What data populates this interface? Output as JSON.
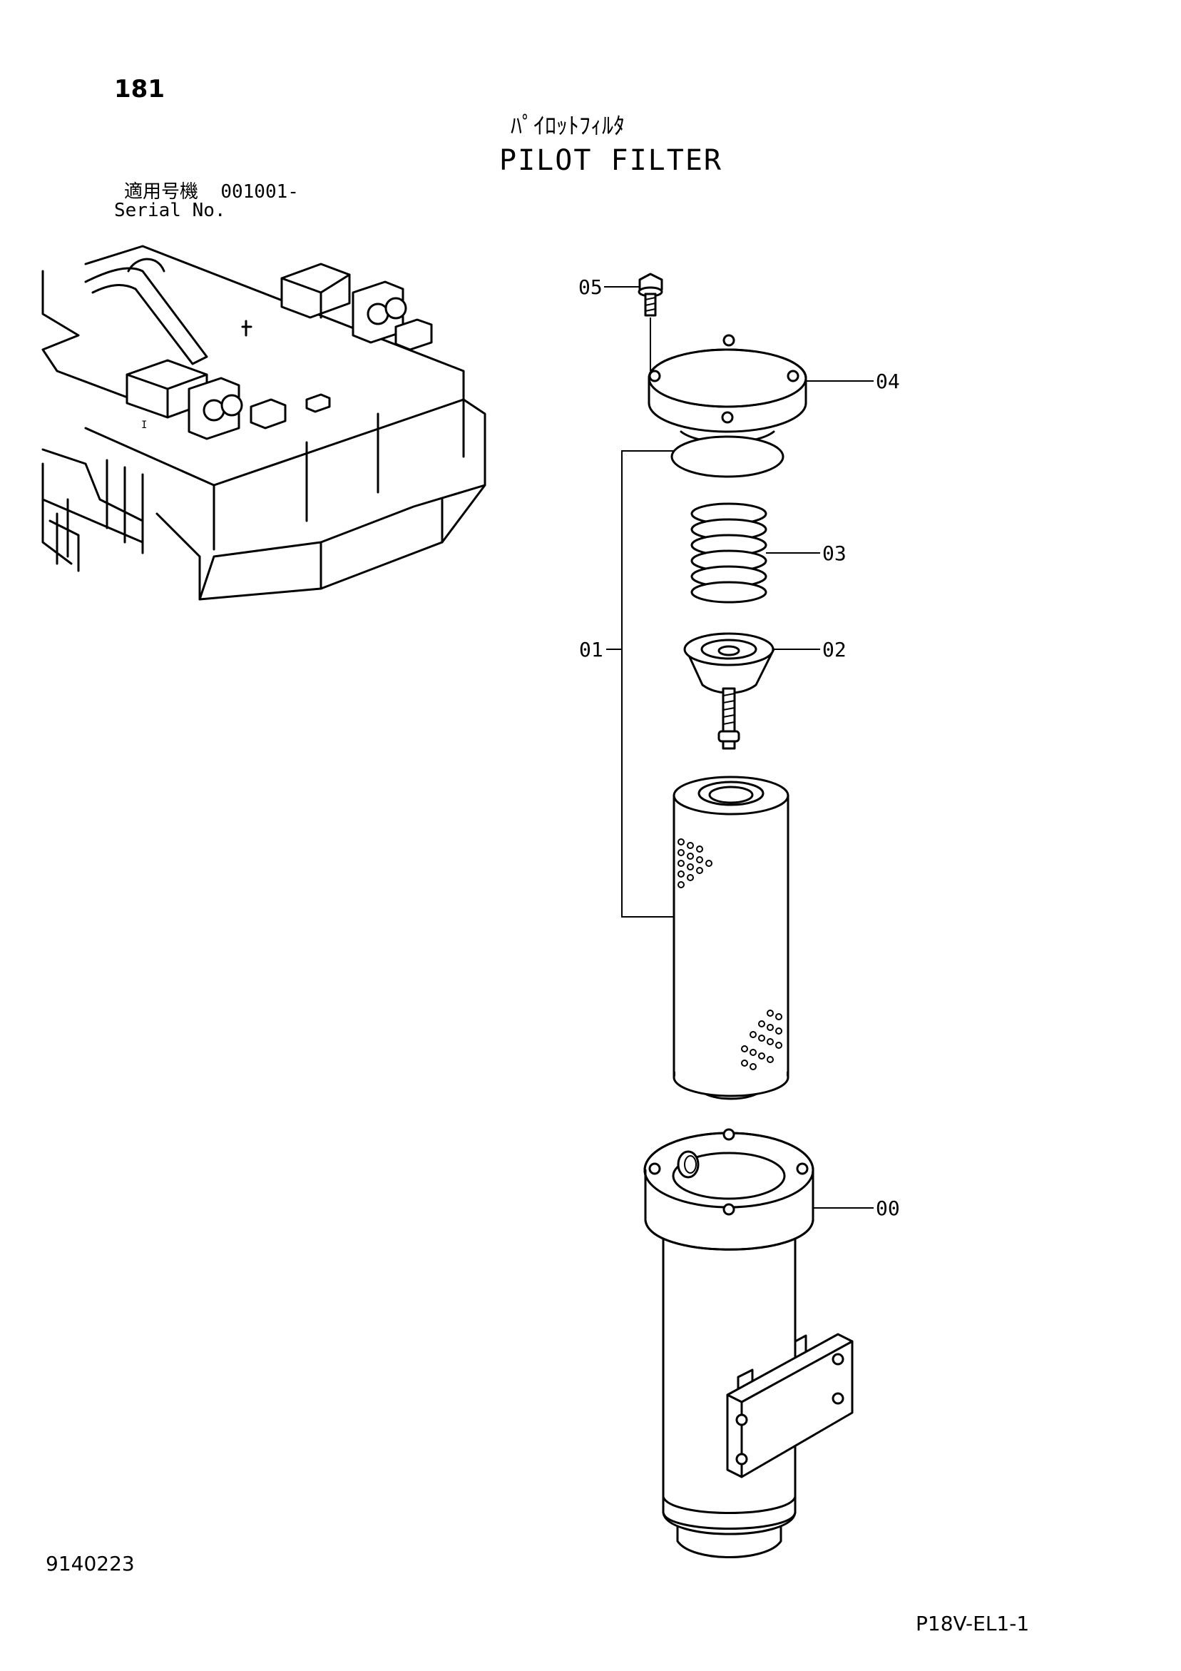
{
  "page_number": "181",
  "title": {
    "japanese": "ﾊﾟｲﾛｯﾄﾌｨﾙﾀ",
    "english": "PILOT FILTER"
  },
  "serial": {
    "label_jp": "適用号機",
    "range": "001001-",
    "label_en": "Serial No."
  },
  "callouts": [
    {
      "id": "05",
      "label": "05"
    },
    {
      "id": "04",
      "label": "04"
    },
    {
      "id": "03",
      "label": "03"
    },
    {
      "id": "02",
      "label": "02"
    },
    {
      "id": "01",
      "label": "01"
    },
    {
      "id": "00",
      "label": "00"
    }
  ],
  "footer": {
    "doc_code": "9140223",
    "page_code": "P18V-EL1-1"
  }
}
